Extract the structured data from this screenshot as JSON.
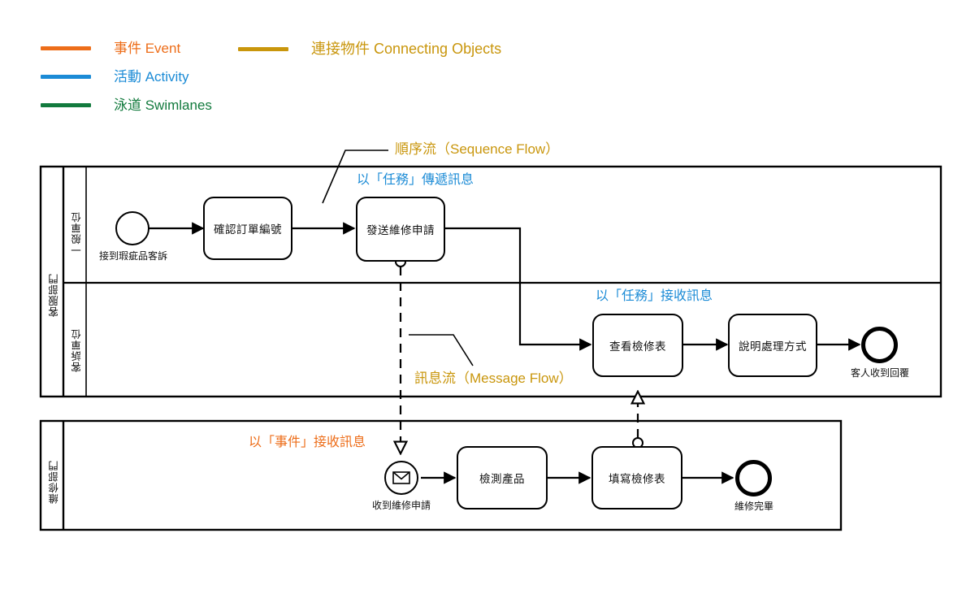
{
  "legend": {
    "items": [
      {
        "label": "事件 Event",
        "color": "#ED6D19"
      },
      {
        "label": "活動 Activity",
        "color": "#1B8BD6"
      },
      {
        "label": "泳道 Swimlanes",
        "color": "#127A3D"
      },
      {
        "label": "連接物件 Connecting Objects",
        "color": "#C9960C"
      }
    ]
  },
  "annotations": {
    "sequence_flow": "順序流（Sequence Flow）",
    "message_flow": "訊息流（Message Flow）",
    "send_by_task": "以「任務」傳遞訊息",
    "receive_by_task": "以「任務」接收訊息",
    "receive_by_event": "以「事件」接收訊息"
  },
  "pools": [
    {
      "name": "客服部門",
      "lanes": [
        {
          "name": "一般單位"
        },
        {
          "name": "客訴單位"
        }
      ]
    },
    {
      "name": "維修部門",
      "lanes": [
        {
          "name": ""
        }
      ]
    }
  ],
  "nodes": {
    "start_event_label": "接到瑕疵品客訴",
    "task_confirm_order": "確認訂單編號",
    "task_send_repair_request": "發送維修申請",
    "task_view_checklist": "查看檢修表",
    "task_explain_handling": "說明處理方式",
    "end_event_customer_reply": "客人收到回覆",
    "msg_start_event_label": "收到維修申請",
    "task_inspect_product": "檢測產品",
    "task_fill_checklist": "填寫檢修表",
    "end_event_repair_done": "維修完畢"
  },
  "icons": {
    "envelope": "envelope-icon"
  },
  "colors": {
    "event": "#ED6D19",
    "activity": "#1B8BD6",
    "swimlane": "#127A3D",
    "connecting": "#C9960C",
    "stroke": "#000000",
    "background": "#FFFFFF"
  }
}
